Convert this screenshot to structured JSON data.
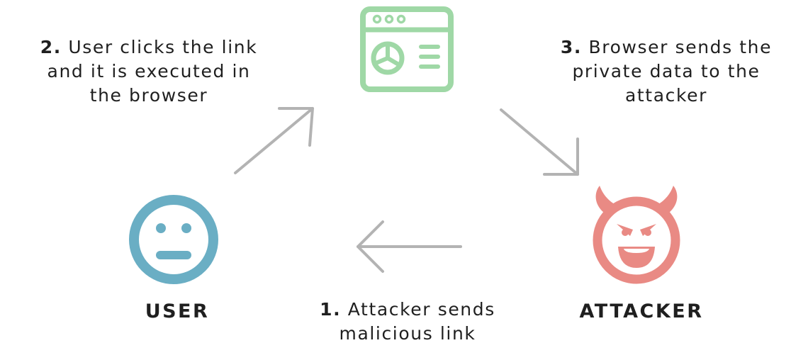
{
  "colors": {
    "browser": "#9fd8a6",
    "user": "#6aaec4",
    "attacker": "#e98a84",
    "arrow": "#b3b3b3",
    "text": "#1f1f1f"
  },
  "icons": {
    "browser": "browser-window-icon",
    "user": "neutral-face-icon",
    "attacker": "devil-face-icon"
  },
  "actors": {
    "user": {
      "label": "USER"
    },
    "attacker": {
      "label": "ATTACKER"
    }
  },
  "steps": [
    {
      "number": "1.",
      "line1": "Attacker sends",
      "line2": "malicious link",
      "line3": ""
    },
    {
      "number": "2.",
      "line1": "User clicks the link",
      "line2": "and it is executed in",
      "line3": "the browser"
    },
    {
      "number": "3.",
      "line1": "Browser sends the",
      "line2": "private data to the",
      "line3": "attacker"
    }
  ]
}
